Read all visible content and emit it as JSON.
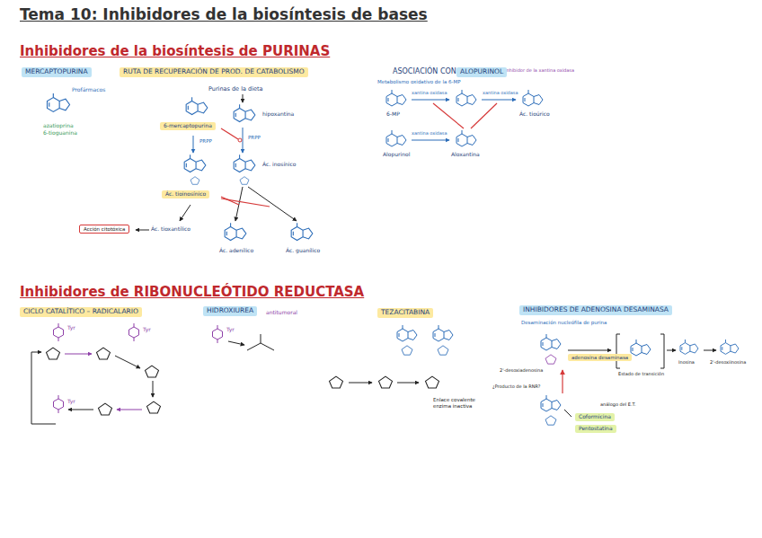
{
  "diagram": {
    "title": "Tema 10: Inhibidores de la biosíntesis de bases",
    "nodes": [
      {
        "text": [
          "MERCAPTOPURINA"
        ]
      },
      {
        "text": [
          "RUTA DE RECUPERACIÓN DE PROD. DE CATABOLISMO"
        ]
      },
      {
        "text": [
          "ALOPURINOL"
        ]
      },
      {
        "text": [
          "6-mercaptopurina"
        ]
      },
      {
        "text": [
          "Ác. tioinosínico"
        ]
      },
      {
        "text": [
          "Acción citotóxica"
        ]
      },
      {
        "text": [
          "CICLO CATALÍTICO – RADICALARIO"
        ]
      },
      {
        "text": [
          "HIDROXIUREA"
        ]
      },
      {
        "text": [
          "TEZACITABINA"
        ]
      },
      {
        "text": [
          "INHIBIDORES DE ADENOSINA DESAMINASA"
        ]
      },
      {
        "text": [
          "adenosina desaminasa"
        ]
      },
      {
        "text": [
          "Coformicina"
        ]
      },
      {
        "text": [
          "Pentostatina"
        ]
      }
    ],
    "labels": [
      "Inhibidores de la biosíntesis de PURINAS",
      "Inhibidores de RIBONUCLEÓTIDO REDUCTASA",
      "Profármacos",
      "azatioprina",
      "6-tioguanina",
      "Purinas de la dieta",
      "hipoxantina",
      "PRPP",
      "PRPP",
      "Ác. inosínico",
      "Ác. tioxantílico",
      "Ác. adenílico",
      "Ác. guanílico",
      "ASOCIACIÓN CON",
      "Metabolismo oxidativo de la 6-MP",
      "6-MP",
      "xantina oxidasa",
      "xantina oxidasa",
      "Ác. tioúrico",
      "Alopurinol",
      "xantina oxidasa",
      "Aloxantina",
      "inhibidor de la xantina oxidasa",
      "Tyr",
      "Tyr",
      "Tyr",
      "Tyr",
      "antitumoral",
      "Enlace covalente",
      "enzima inactiva",
      "Desaminación nucleófila de purina",
      "Estado de transición",
      "Inosina",
      "2'-desoxiinosina",
      "2'-desoxiadenosina",
      "¿Producto de la RNR?",
      "análogo del E.T."
    ]
  }
}
